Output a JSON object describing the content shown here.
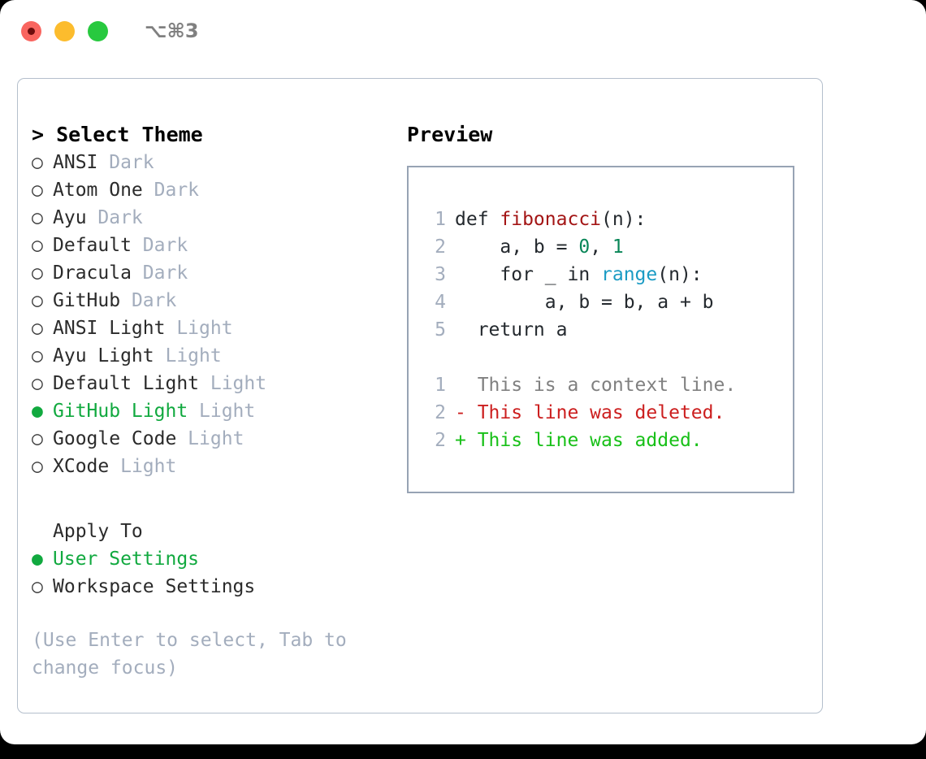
{
  "titlebar": {
    "shortcut": "⌥⌘3",
    "lights": [
      "close-red",
      "minimize-yellow",
      "maximize-green"
    ]
  },
  "theme_list": {
    "heading": "> Select Theme",
    "items": [
      {
        "marker": "○",
        "name": "ANSI",
        "tag": "Dark",
        "selected": false
      },
      {
        "marker": "○",
        "name": "Atom One",
        "tag": "Dark",
        "selected": false
      },
      {
        "marker": "○",
        "name": "Ayu",
        "tag": "Dark",
        "selected": false
      },
      {
        "marker": "○",
        "name": "Default",
        "tag": "Dark",
        "selected": false
      },
      {
        "marker": "○",
        "name": "Dracula",
        "tag": "Dark",
        "selected": false
      },
      {
        "marker": "○",
        "name": "GitHub",
        "tag": "Dark",
        "selected": false
      },
      {
        "marker": "○",
        "name": "ANSI Light",
        "tag": "Light",
        "selected": false
      },
      {
        "marker": "○",
        "name": "Ayu Light",
        "tag": "Light",
        "selected": false
      },
      {
        "marker": "○",
        "name": "Default Light",
        "tag": "Light",
        "selected": false
      },
      {
        "marker": "●",
        "name": "GitHub Light",
        "tag": "Light",
        "selected": true
      },
      {
        "marker": "○",
        "name": "Google Code",
        "tag": "Light",
        "selected": false
      },
      {
        "marker": "○",
        "name": "XCode",
        "tag": "Light",
        "selected": false
      }
    ]
  },
  "apply_to": {
    "heading": "Apply To",
    "items": [
      {
        "marker": "●",
        "name": "User Settings",
        "selected": true
      },
      {
        "marker": "○",
        "name": "Workspace Settings",
        "selected": false
      }
    ]
  },
  "help_text": "(Use Enter to select, Tab to change focus)",
  "preview": {
    "heading": "Preview",
    "code_lines": [
      {
        "num": "1",
        "tokens": [
          {
            "t": "def ",
            "c": "tok-def"
          },
          {
            "t": "fibonacci",
            "c": "tok-fn"
          },
          {
            "t": "(n):",
            "c": "tok-punct"
          }
        ]
      },
      {
        "num": "2",
        "tokens": [
          {
            "t": "    a, b = ",
            "c": "tok-plain"
          },
          {
            "t": "0",
            "c": "tok-num"
          },
          {
            "t": ", ",
            "c": "tok-plain"
          },
          {
            "t": "1",
            "c": "tok-num"
          }
        ]
      },
      {
        "num": "3",
        "tokens": [
          {
            "t": "    for _ in ",
            "c": "tok-plain"
          },
          {
            "t": "range",
            "c": "tok-call"
          },
          {
            "t": "(n):",
            "c": "tok-punct"
          }
        ]
      },
      {
        "num": "4",
        "tokens": [
          {
            "t": "        a, b = b, a + b",
            "c": "tok-plain"
          }
        ]
      },
      {
        "num": "5",
        "tokens": [
          {
            "t": "  return a",
            "c": "tok-plain"
          }
        ]
      }
    ],
    "diff_lines": [
      {
        "num": "1",
        "sign": "  ",
        "text": "This is a context line.",
        "kind": "d-ctx"
      },
      {
        "num": "2",
        "sign": "- ",
        "text": "This line was deleted.",
        "kind": "d-del"
      },
      {
        "num": "2",
        "sign": "+ ",
        "text": "This line was added.",
        "kind": "d-add"
      }
    ]
  },
  "colors": {
    "accent_green": "#11a93f",
    "muted": "#a3adbd",
    "border": "#b4bfcc",
    "preview_border": "#97a3b4",
    "diff_add": "#18c018",
    "diff_del": "#cc1f1f",
    "syntax_function": "#a31515",
    "syntax_number": "#098658",
    "syntax_call": "#1a9bc4"
  }
}
